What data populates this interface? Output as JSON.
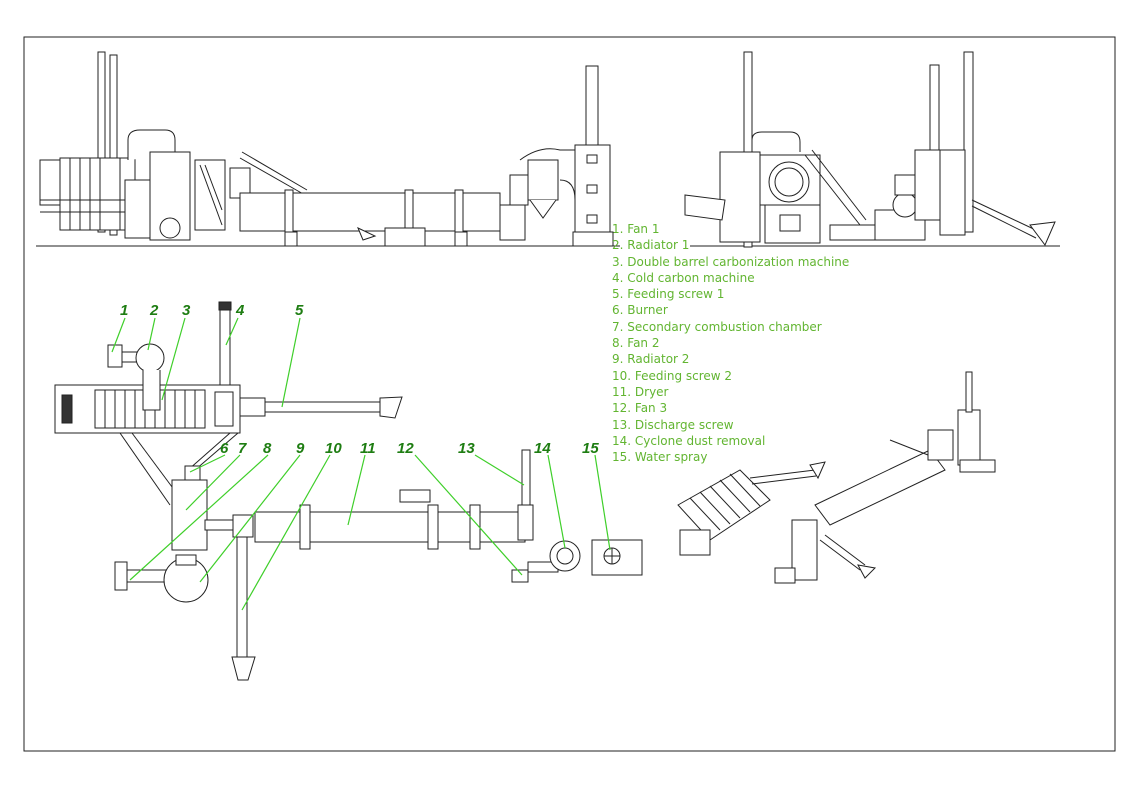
{
  "legend": [
    "1. Fan 1",
    "2. Radiator 1",
    "3. Double barrel carbonization machine",
    "4. Cold carbon machine",
    "5. Feeding screw 1",
    "6. Burner",
    "7. Secondary combustion chamber",
    "8. Fan 2",
    "9. Radiator 2",
    "10. Feeding screw 2",
    "11. Dryer",
    "12. Fan 3",
    "13. Discharge screw",
    "14. Cyclone dust removal",
    "15. Water spray"
  ],
  "callout_numbers": [
    "1",
    "2",
    "3",
    "4",
    "5",
    "6",
    "7",
    "8",
    "9",
    "10",
    "11",
    "12",
    "13",
    "14",
    "15"
  ],
  "colors": {
    "callout": "#3fcf2a",
    "legend_text": "#62b531",
    "line": "#222222"
  }
}
